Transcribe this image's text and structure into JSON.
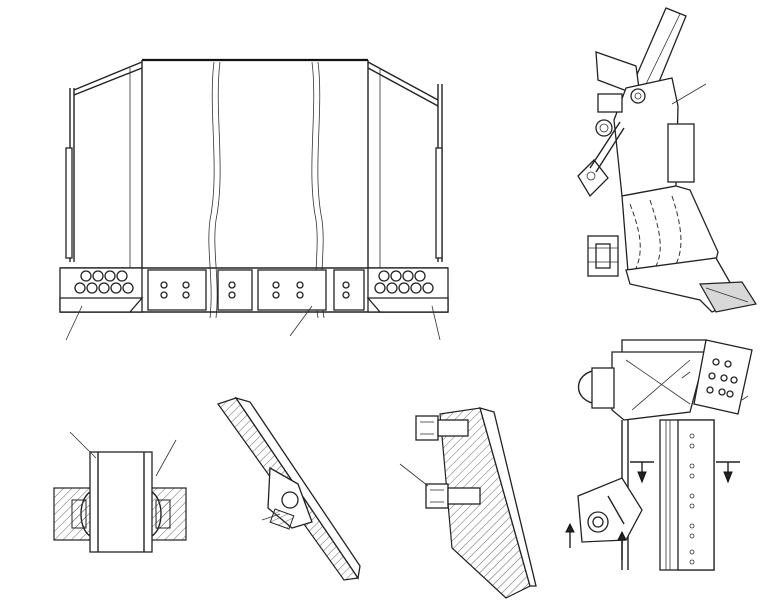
{
  "figure": {
    "views": [
      {
        "id": "front-view",
        "label": ""
      },
      {
        "id": "side-view-top",
        "label": ""
      },
      {
        "id": "side-view-bottom",
        "label": ""
      },
      {
        "id": "section-pin",
        "label": ""
      },
      {
        "id": "section-plate",
        "label": ""
      },
      {
        "id": "section-bolts",
        "label": ""
      }
    ]
  },
  "colors": {
    "line": "#222222",
    "background": "#ffffff",
    "hatch": "#555555"
  }
}
